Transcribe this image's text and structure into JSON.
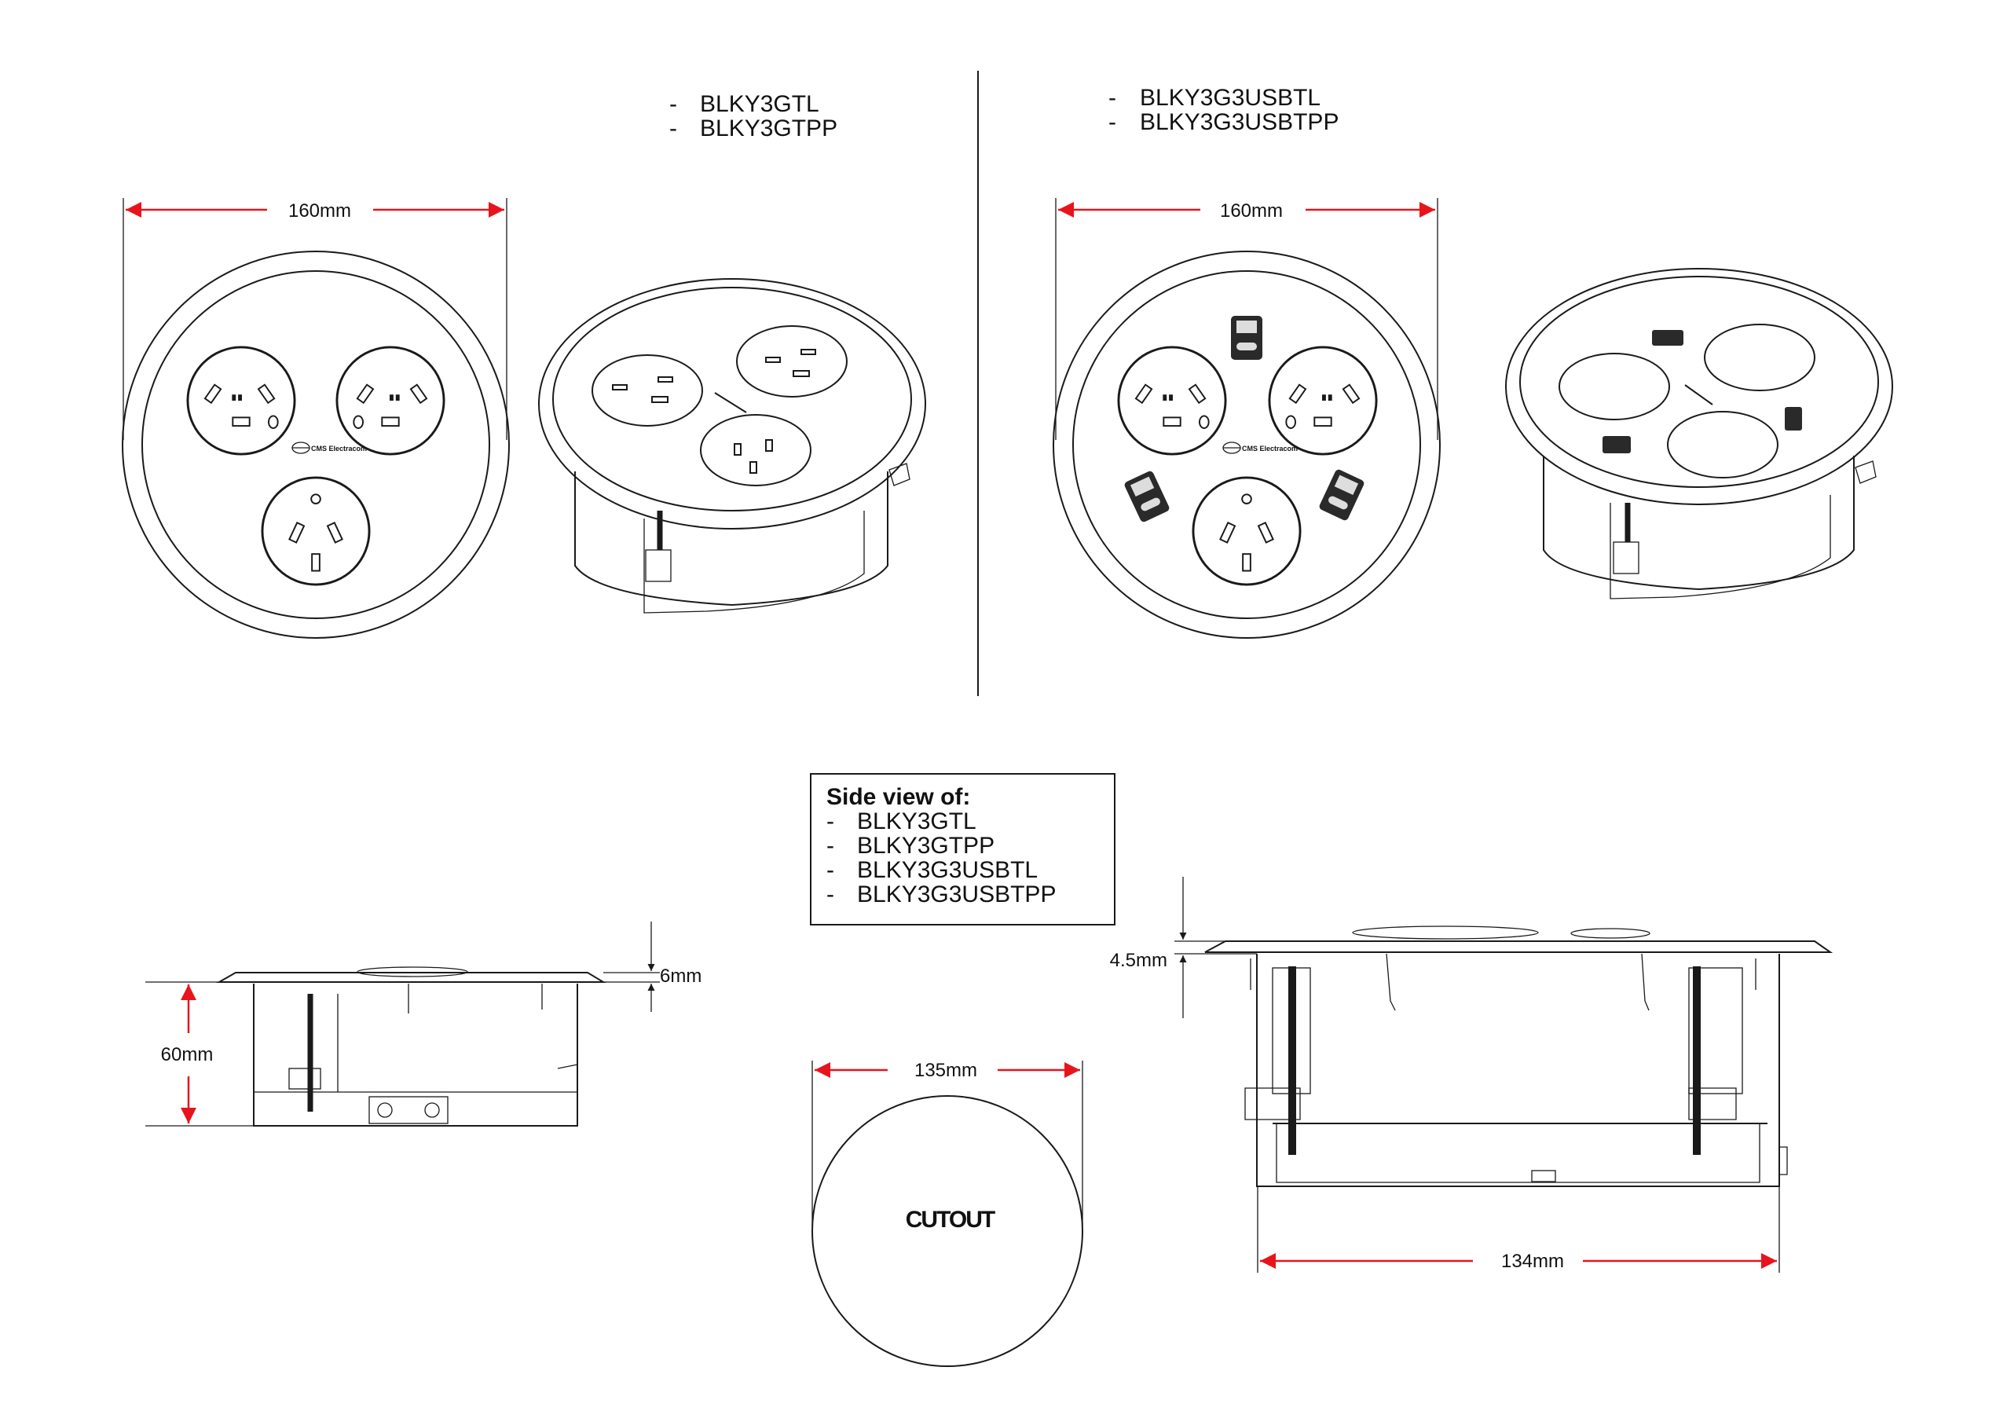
{
  "colors": {
    "dimension": "#e8141b",
    "line": "#1a1a1a"
  },
  "top_left": {
    "models": [
      "BLKY3GTL",
      "BLKY3GTPP"
    ],
    "width_dim": "160mm",
    "logo_text": "CMS Electracom"
  },
  "top_right": {
    "models": [
      "BLKY3G3USBTL",
      "BLKY3G3USBTPP"
    ],
    "width_dim": "160mm",
    "logo_text": "CMS Electracom"
  },
  "side_box": {
    "title": "Side view of:",
    "models": [
      "BLKY3GTL",
      "BLKY3GTPP",
      "BLKY3G3USBTL",
      "BLKY3G3USBTPP"
    ]
  },
  "side_left": {
    "height_dim": "60mm",
    "flange_dim": "6mm"
  },
  "cutout": {
    "label": "CUTOUT",
    "diameter_dim": "135mm"
  },
  "side_right": {
    "flange_dim": "4.5mm",
    "width_dim": "134mm"
  },
  "dash": "-"
}
